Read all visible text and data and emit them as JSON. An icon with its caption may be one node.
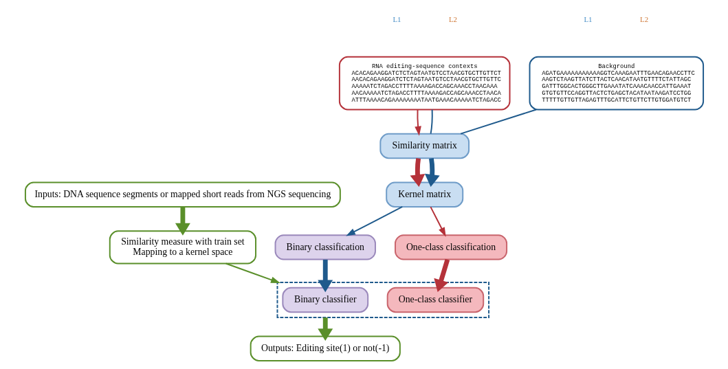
{
  "diagram": {
    "nodes": [
      {
        "text": [
          "RNA editing-sequence contexts",
          "ACACAGAAGGATCTCTAGTAATGTCCTAACGTGCTTGTTCT",
          "AACACAGAAGGATCTCTAGTAATGTCCTAACGTGCTTGTTC",
          "AAAAATCTAGACCTTTTAAAAGACCAGCAAACCTAACAAA",
          "AACAAAAATCTAGACCTTTTAAAAGACCAGCAAACCTAACA",
          "ATTTAAAACAGAAAAAAAATAATGAAACAAAAATCTAGACC"
        ]
      },
      {
        "text": [
          "Background",
          "AGATGAAAAAAAAAAAGGTCAAAGAATTTGAACAGAACCTTC",
          "AAGTCTAAGTTATCTTACTCAACATAATGTTTTCTATTAGC",
          "GATTTGGCACTGGGCTTGAAATATCAAACAACCATTGAAAT",
          "GTGTGTTCCAGGTTACTCTGAGCTACATAATAAGATCCTGG",
          "TTTTTGTTGTTAGAGTTTGCATTCTGTTCTTGTGGATGTCT"
        ]
      },
      {
        "text": [
          "Similarity matrix"
        ]
      },
      {
        "text": [
          "Kernel matrix"
        ]
      },
      {
        "text": [
          "One-class classification"
        ]
      },
      {
        "text": [
          "Binary classification"
        ]
      },
      {
        "text": [],
        "shape": "box"
      },
      {
        "text": [
          "One-class classifier"
        ],
        "in": 6
      },
      {
        "text": [
          "Binary classifier"
        ],
        "in": 6
      },
      {
        "text": [
          "Inputs: DNA sequence segments or mapped short reads from NGS sequencing"
        ]
      },
      {
        "text": [
          "Similarity measure with train set",
          "Mapping to a kernel space"
        ]
      },
      {
        "text": [
          "Outputs: Editing site(1) or not(-1)"
        ]
      }
    ],
    "edges": [
      {
        "from": 0,
        "to": 2,
        "arrow": "to",
        "color": "#b5323a"
      },
      {
        "from": 0,
        "to": 2,
        "arrow": "none",
        "color": "#1f5a8c"
      },
      {
        "from": 1,
        "to": 2,
        "arrow": "none",
        "color": "#1f5a8c"
      },
      {
        "from": 2,
        "to": 3,
        "arrow": "to",
        "style": "thick",
        "color": "#b5323a"
      },
      {
        "from": 2,
        "to": 3,
        "arrow": "to",
        "style": "thick",
        "color": "#1f5a8c"
      },
      {
        "from": 3,
        "to": 4,
        "arrow": "to",
        "color": "#b5323a"
      },
      {
        "from": 3,
        "to": 5,
        "arrow": "to",
        "color": "#1f5a8c"
      },
      {
        "from": 4,
        "to": 7,
        "arrow": "to",
        "style": "thick",
        "color": "#b5323a"
      },
      {
        "from": 5,
        "to": 8,
        "arrow": "to",
        "style": "thick",
        "color": "#1f5a8c"
      },
      {
        "from": 9,
        "to": 10,
        "arrow": "to",
        "style": "thick",
        "color": "#5a8f2a"
      },
      {
        "from": 10,
        "to": 6,
        "arrow": "to",
        "color": "#5a8f2a"
      },
      {
        "from": 6,
        "to": 11,
        "arrow": "to",
        "style": "thick",
        "color": "#5a8f2a"
      }
    ],
    "labels": [
      "L1",
      "L2",
      "L1",
      "L2"
    ]
  }
}
